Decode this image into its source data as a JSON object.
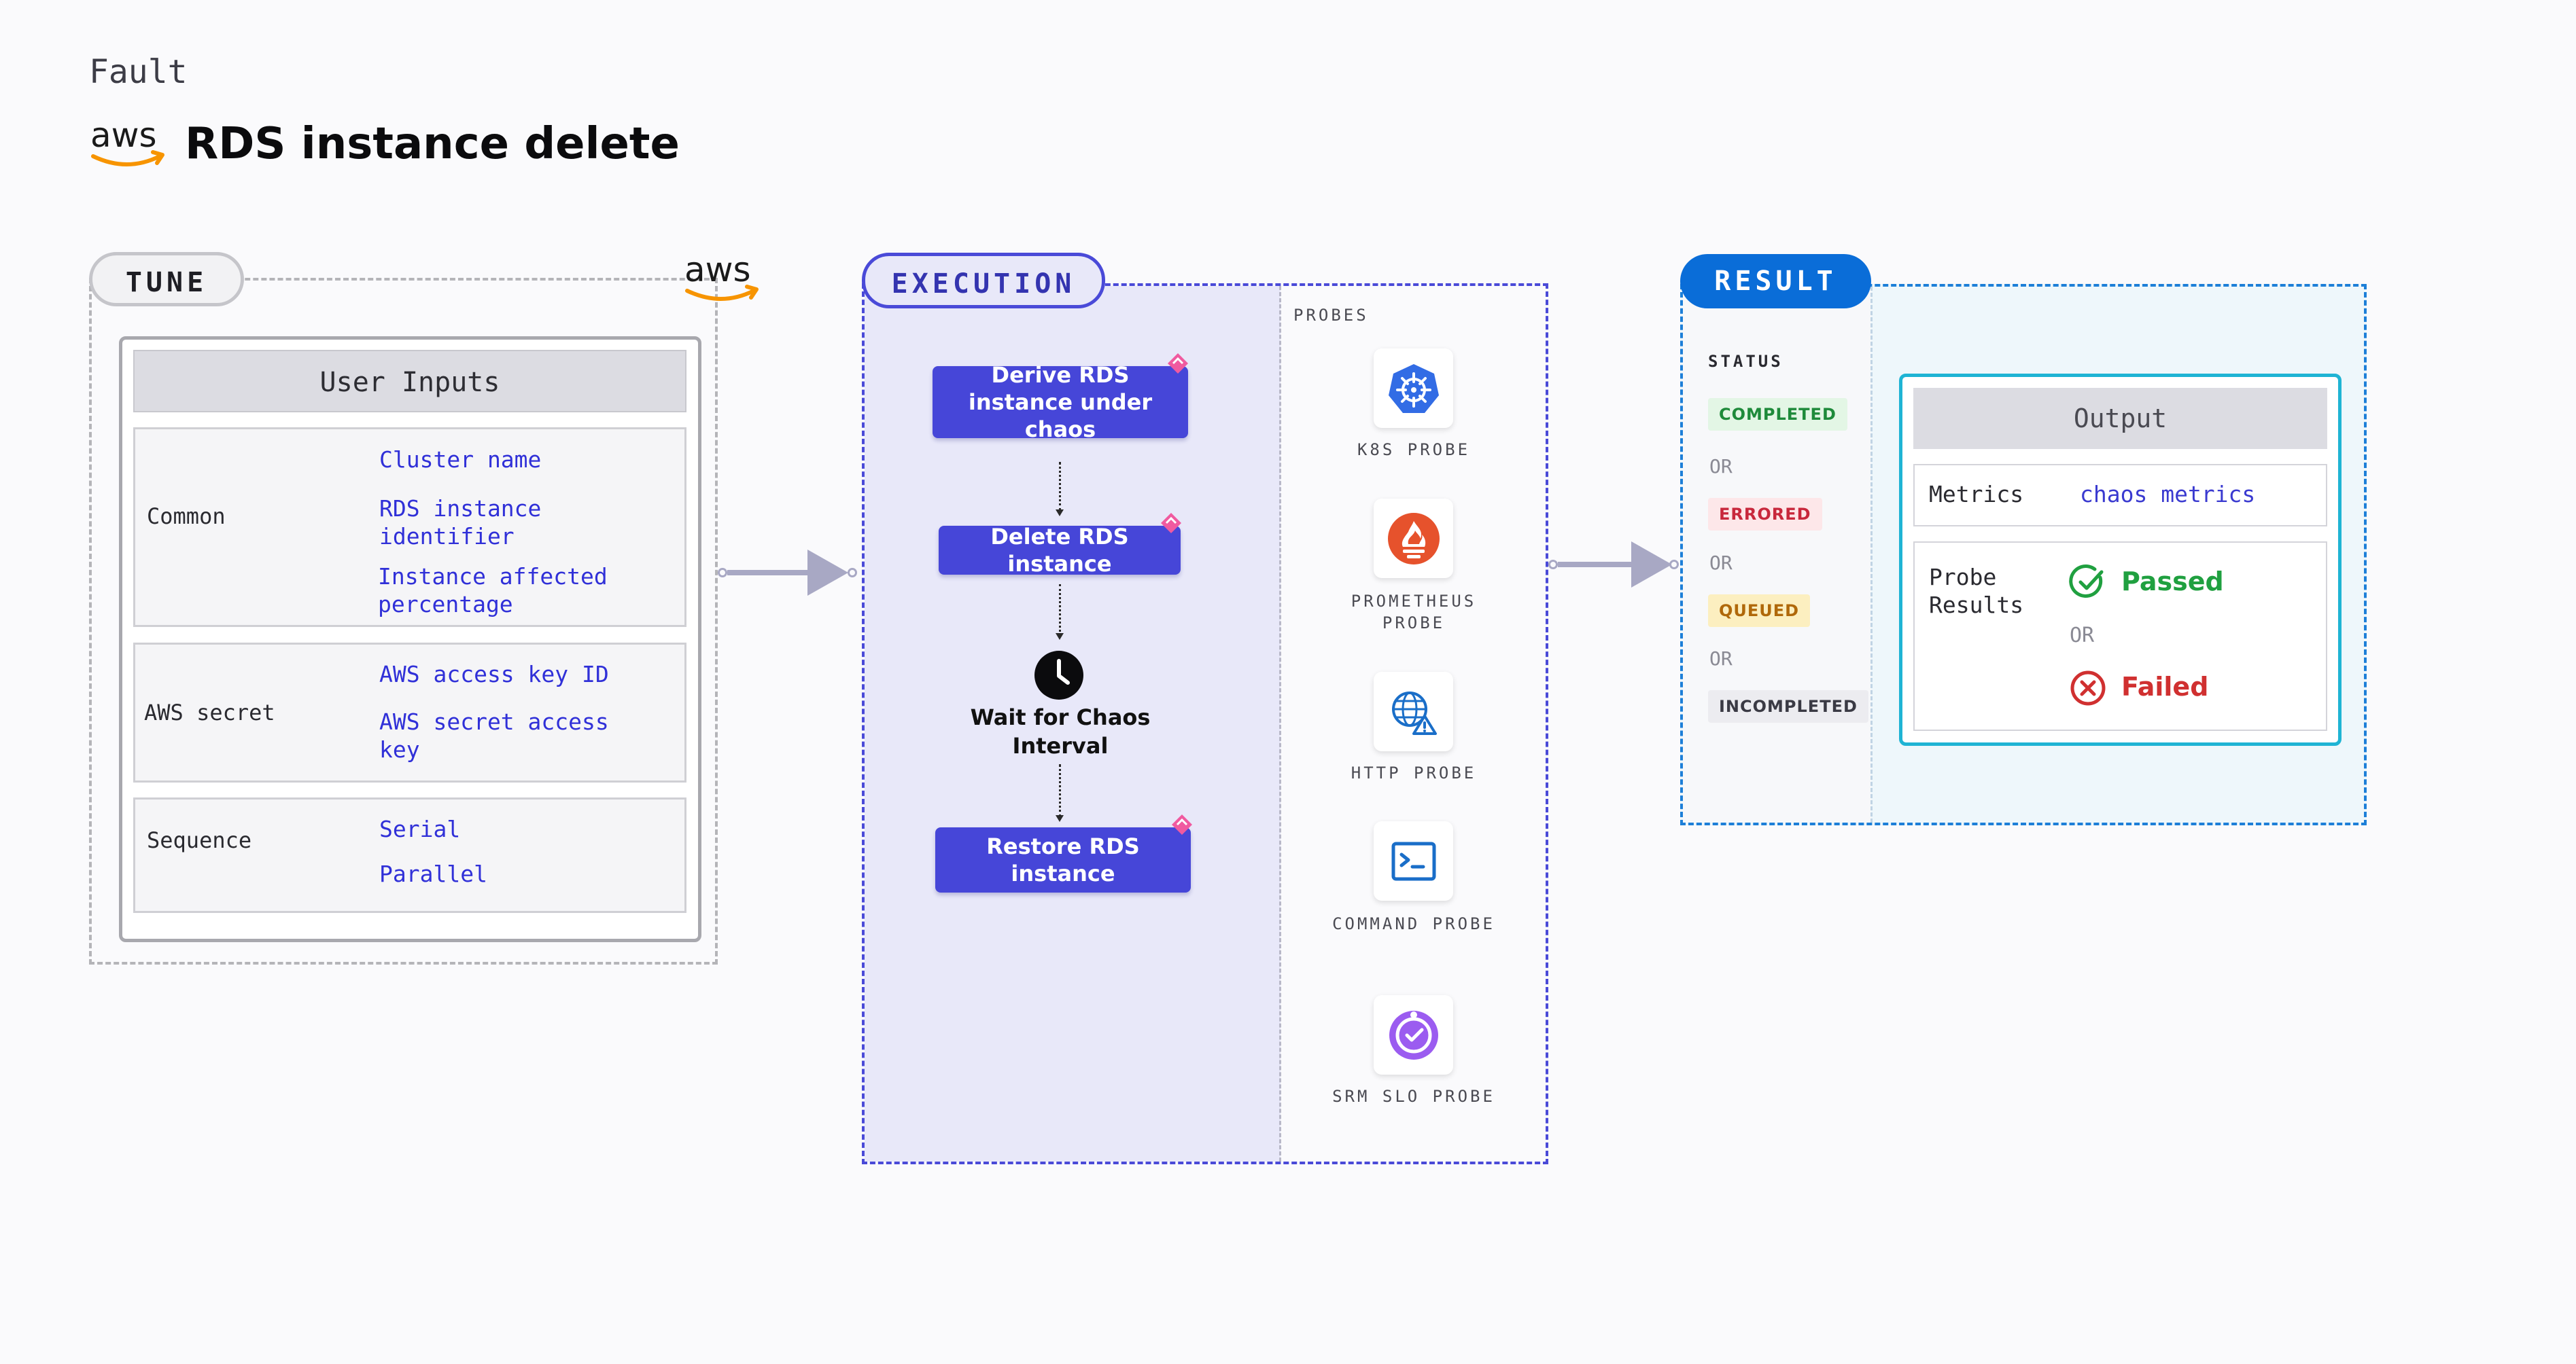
{
  "header": {
    "category": "Fault",
    "title": "RDS instance delete"
  },
  "tune": {
    "pill": "TUNE",
    "panel_title": "User Inputs",
    "groups": [
      {
        "label": "Common",
        "items": [
          "Cluster name",
          "RDS instance identifier",
          "Instance affected percentage"
        ]
      },
      {
        "label": "AWS secret",
        "items": [
          "AWS access key ID",
          "AWS secret access key"
        ]
      },
      {
        "label": "Sequence",
        "items": [
          "Serial",
          "Parallel"
        ]
      }
    ]
  },
  "execution": {
    "pill": "EXECUTION",
    "steps": [
      {
        "label": "Derive RDS instance under chaos"
      },
      {
        "label": "Delete RDS instance"
      },
      {
        "label": "Wait for Chaos Interval"
      },
      {
        "label": "Restore RDS instance"
      }
    ]
  },
  "probes": {
    "title": "PROBES",
    "items": [
      {
        "label": "K8S PROBE",
        "icon": "kubernetes-icon"
      },
      {
        "label": "PROMETHEUS PROBE",
        "icon": "prometheus-icon"
      },
      {
        "label": "HTTP PROBE",
        "icon": "http-globe-icon"
      },
      {
        "label": "COMMAND PROBE",
        "icon": "terminal-icon"
      },
      {
        "label": "SRM SLO PROBE",
        "icon": "srm-slo-icon"
      }
    ]
  },
  "result": {
    "pill": "RESULT",
    "status_title": "STATUS",
    "statuses": [
      {
        "label": "COMPLETED",
        "color": "#1e8a3a",
        "bg": "#e3f6e5"
      },
      {
        "label": "ERRORED",
        "color": "#c8283c",
        "bg": "#fde7e9"
      },
      {
        "label": "QUEUED",
        "color": "#b0680a",
        "bg": "#fcefc0"
      },
      {
        "label": "INCOMPLETED",
        "color": "#3a3a44",
        "bg": "#ececf0"
      }
    ],
    "or_label": "OR",
    "output": {
      "title": "Output",
      "metrics_label": "Metrics",
      "metrics_value": "chaos metrics",
      "probe_results_label": "Probe Results",
      "passed": "Passed",
      "or": "OR",
      "failed": "Failed"
    }
  },
  "colors": {
    "execution_accent": "#4646d8",
    "result_accent": "#0a6dd8",
    "aws_orange": "#f79400"
  }
}
